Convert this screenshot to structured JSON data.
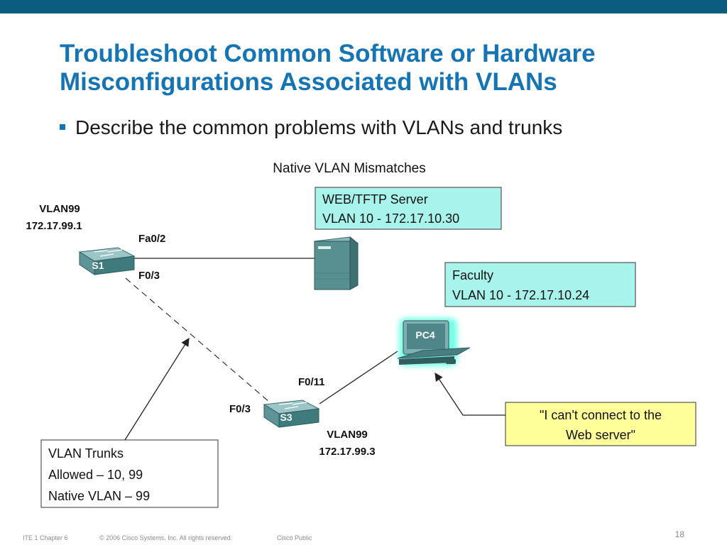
{
  "slide": {
    "title_line1": "Troubleshoot Common Software or Hardware",
    "title_line2": "Misconfigurations Associated with VLANs",
    "bullet": "Describe the common problems with VLANs and trunks"
  },
  "diagram": {
    "title": "Native VLAN Mismatches",
    "s1": {
      "name": "S1",
      "vlan": "VLAN99",
      "ip": "172.17.99.1",
      "port_fa02": "Fa0/2",
      "port_f03": "F0/3"
    },
    "s3": {
      "name": "S3",
      "vlan": "VLAN99",
      "ip": "172.17.99.3",
      "port_f011": "F0/11",
      "port_f03": "F0/3"
    },
    "server_box": {
      "line1": "WEB/TFTP Server",
      "line2": "VLAN 10 - 172.17.10.30"
    },
    "faculty_box": {
      "line1": "Faculty",
      "line2": "VLAN 10 - 172.17.10.24"
    },
    "pc": {
      "name": "PC4"
    },
    "callout": {
      "line1": "\"I can't connect to the",
      "line2": "Web server\""
    },
    "trunk_box": {
      "line1": "VLAN Trunks",
      "line2": "Allowed – 10, 99",
      "line3": "Native VLAN – 99"
    },
    "colors": {
      "info_box": "#a8f4ec",
      "callout_box": "#ffff99",
      "device": "#4d8a8c",
      "accent": "#1474b4"
    }
  },
  "footer": {
    "chapter": "ITE 1 Chapter 6",
    "copyright": "© 2006 Cisco Systems, Inc. All rights reserved.",
    "classification": "Cisco Public",
    "page": "18"
  }
}
